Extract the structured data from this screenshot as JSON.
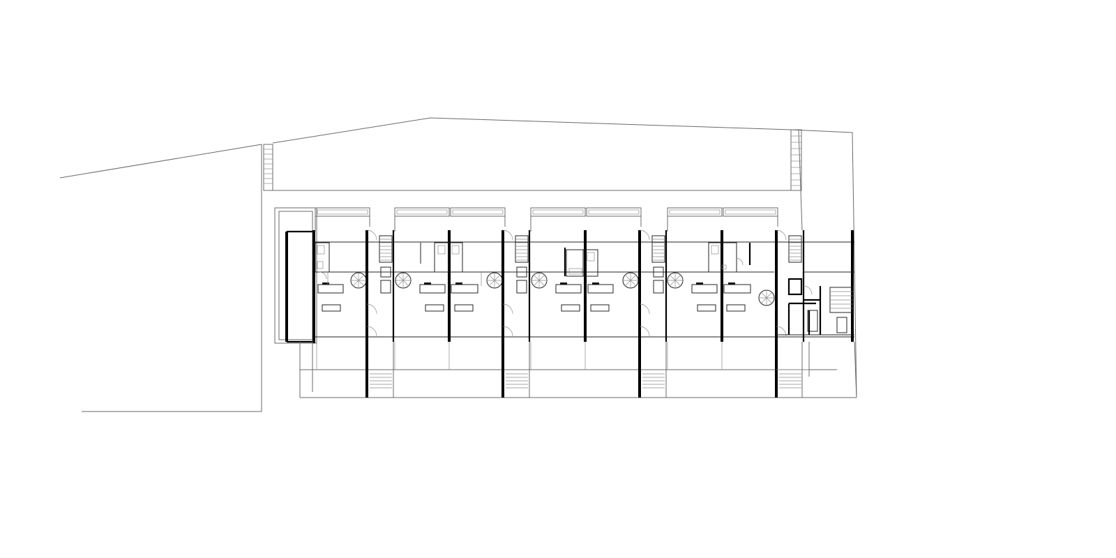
{
  "drawing": {
    "type": "architectural-floor-plan",
    "background": "#ffffff",
    "line_color": "#222222",
    "wall_color": "#000000",
    "units_count": 8,
    "stair_cores": [
      "left",
      "mid-left",
      "mid-right",
      "right",
      "end"
    ],
    "spiral_stairs_count": 7
  }
}
